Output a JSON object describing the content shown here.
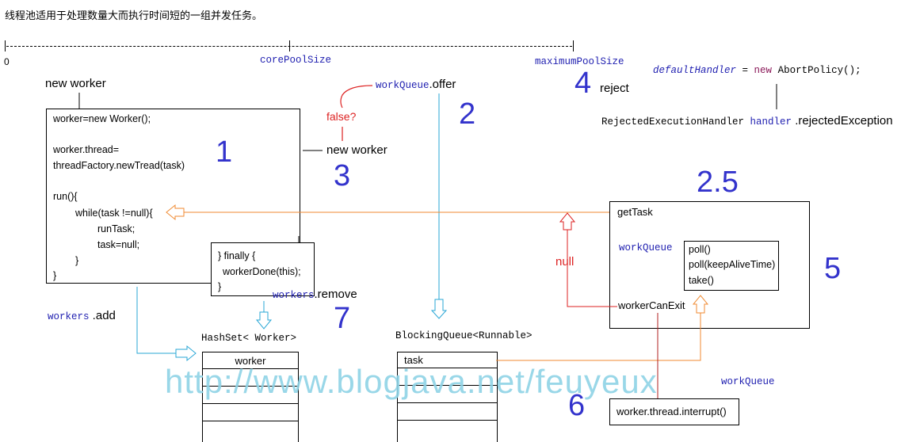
{
  "intro": "线程池适用于处理数量大而执行时间短的一组并发任务。",
  "timeline": {
    "start": "0",
    "core": "corePoolSize",
    "max": "maximumPoolSize"
  },
  "labels": {
    "new_worker_top": "new worker",
    "new_worker_mid": "new worker",
    "false_q": "false?",
    "work_queue_offer_var": "workQueue",
    "work_queue_offer_method": ".offer",
    "reject": "reject",
    "default_handler_var": "defaultHandler",
    "default_handler_eq": " = ",
    "default_handler_new": "new",
    "default_handler_rest": " AbortPolicy();",
    "rejected_type": "RejectedExecutionHandler ",
    "rejected_var": "handler",
    "rejected_method": " .rejectedException",
    "workers_add_var": "workers",
    "workers_add_method": " .add",
    "workers_remove_var": "workers",
    "workers_remove_method": ".remove",
    "null_label": "null",
    "hashset": "HashSet< Worker>",
    "blocking_queue": "BlockingQueue<Runnable>",
    "work_queue_bottom": "workQueue",
    "watermark": "http://www.blogjava.net/feuyeux"
  },
  "numbers": {
    "n1": "1",
    "n2": "2",
    "n25": "2.5",
    "n3": "3",
    "n4": "4",
    "n5": "5",
    "n6": "6",
    "n7": "7"
  },
  "worker_box": {
    "line1": "worker=new Worker();",
    "line2": "worker.thread=",
    "line3": "threadFactory.newTread(task)",
    "line4": "run(){",
    "line5": "while(task !=null){",
    "line6": "runTask;",
    "line7": "task=null;",
    "line8": "}",
    "line9": "}"
  },
  "finally_box": {
    "line1": "} finally {",
    "line2": "workerDone(this);",
    "line3": "}"
  },
  "gettask_box": {
    "title": "getTask",
    "queue_var": "workQueue",
    "can_exit": "workerCanExit"
  },
  "poll_box": {
    "line1": "poll()",
    "line2": "poll(keepAliveTime)",
    "line3": "take()"
  },
  "interrupt_box": {
    "text": "worker.thread.interrupt()"
  },
  "hashset_table": {
    "first_cell": "worker"
  },
  "queue_table": {
    "first_cell": "task"
  },
  "colors": {
    "blue_text": "#1f1fb0",
    "number_blue": "#3333cc",
    "red": "#dd2222",
    "cyan": "#2aa7d6",
    "orange": "#f08a30",
    "dark_red": "#b22222",
    "watermark": "#8fd3e6"
  }
}
